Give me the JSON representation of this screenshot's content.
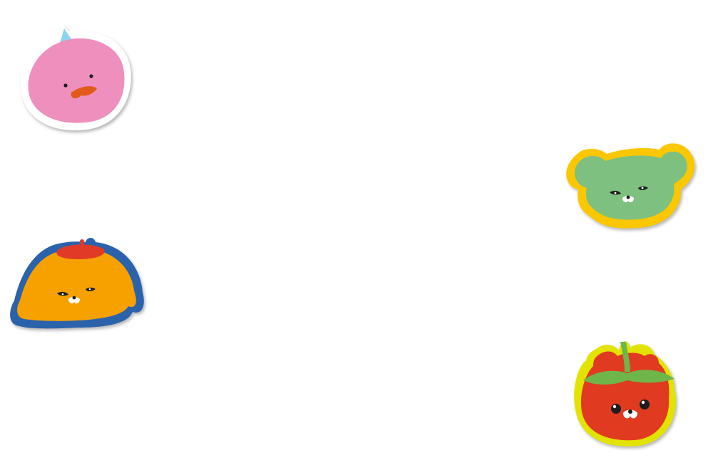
{
  "stickers": [
    {
      "id": "duck",
      "icon": "pink-duck-sticker-icon",
      "outline": "#ffffff",
      "body": "#ee8fbd",
      "accent": "#e15a19",
      "tuft": "#8ed3f2"
    },
    {
      "id": "mouse",
      "icon": "green-mouse-sticker-icon",
      "outline": "#fbc700",
      "body": "#7dc07f"
    },
    {
      "id": "dog",
      "icon": "orange-dog-sticker-icon",
      "outline": "#2b62ac",
      "body": "#f6a100",
      "accent": "#e13a26"
    },
    {
      "id": "tomato",
      "icon": "red-tomato-bear-sticker-icon",
      "outline": "#e2e300",
      "body": "#e03a21",
      "accent": "#6fb64a"
    }
  ],
  "colors": {
    "background": "#ffffff",
    "face": "#1e1e1e"
  }
}
